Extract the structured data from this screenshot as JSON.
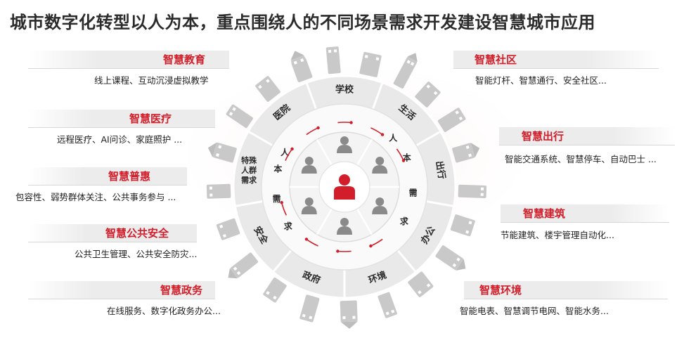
{
  "title": "城市数字化转型以人为本，重点围绕人的不同场景需求开发建设智慧城市应用",
  "left_items": [
    {
      "title": "智慧教育",
      "desc": "线上课程、互动沉浸虚拟教学"
    },
    {
      "title": "智慧医疗",
      "desc": "远程医疗、AI问诊、家庭照护 ..."
    },
    {
      "title": "智慧普惠",
      "desc": "包容性、弱势群体关注、公共事务参与 ..."
    },
    {
      "title": "智慧公共安全",
      "desc": "公共卫生管理、公共安全防灾..."
    },
    {
      "title": "智慧政务",
      "desc": "在线服务、数字化政务办公..."
    }
  ],
  "right_items": [
    {
      "title": "智慧社区",
      "desc": "智能灯杆、智慧通行、安全社区..."
    },
    {
      "title": "智慧出行",
      "desc": "智能交通系统、智慧停车、自动巴士 ..."
    },
    {
      "title": "智慧建筑",
      "desc": "节能建筑、楼宇管理自动化..."
    },
    {
      "title": "智慧环境",
      "desc": "智能电表、智慧调节电网、智能水务..."
    }
  ],
  "wheel": {
    "outer_segments": [
      "学校",
      "生活",
      "出行",
      "办公",
      "环境",
      "政府",
      "安全",
      "特殊人群需求",
      "医院"
    ],
    "left_word": [
      "人",
      "本",
      "需",
      "求"
    ],
    "right_word": [
      "人",
      "本",
      "需",
      "求"
    ]
  },
  "colors": {
    "accent": "#d11e2a",
    "ring": "#e9e9e9",
    "inner": "#f4f4f4",
    "icon_gray": "#8a8a8a"
  }
}
